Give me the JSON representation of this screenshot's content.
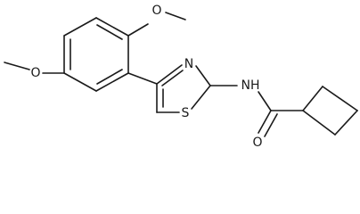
{
  "molecule": {
    "atoms": {
      "o_methoxy_top": "O",
      "o_methoxy_left": "O",
      "n_thiazole": "N",
      "nh_amide": "NH",
      "s_thiazole": "S",
      "o_carbonyl": "O"
    }
  }
}
